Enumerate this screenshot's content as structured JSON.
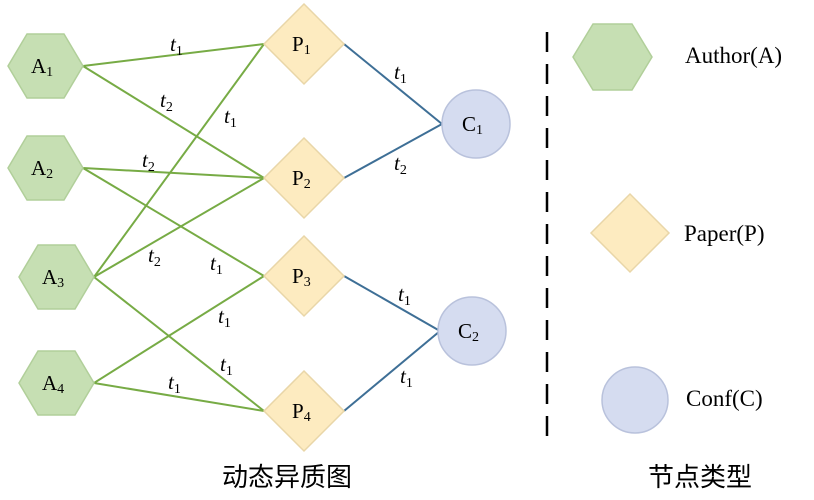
{
  "colors": {
    "author_fill": "#c6dfb3",
    "author_stroke": "#b1cf9a",
    "paper_fill": "#fdebc0",
    "paper_stroke": "#e9d6a8",
    "conf_fill": "#d5dcf0",
    "conf_stroke": "#b9c2dc",
    "author_edge": "#77ab45",
    "conf_edge": "#3e6f96",
    "divider": "#000000"
  },
  "nodes": {
    "authors": [
      {
        "letter": "A",
        "sub": "1"
      },
      {
        "letter": "A",
        "sub": "2"
      },
      {
        "letter": "A",
        "sub": "3"
      },
      {
        "letter": "A",
        "sub": "4"
      }
    ],
    "papers": [
      {
        "letter": "P",
        "sub": "1"
      },
      {
        "letter": "P",
        "sub": "2"
      },
      {
        "letter": "P",
        "sub": "3"
      },
      {
        "letter": "P",
        "sub": "4"
      }
    ],
    "confs": [
      {
        "letter": "C",
        "sub": "1"
      },
      {
        "letter": "C",
        "sub": "2"
      }
    ]
  },
  "edge_labels": [
    {
      "t": "t",
      "sub": "1"
    },
    {
      "t": "t",
      "sub": "2"
    },
    {
      "t": "t",
      "sub": "1"
    },
    {
      "t": "t",
      "sub": "2"
    },
    {
      "t": "t",
      "sub": "2"
    },
    {
      "t": "t",
      "sub": "1"
    },
    {
      "t": "t",
      "sub": "1"
    },
    {
      "t": "t",
      "sub": "1"
    },
    {
      "t": "t",
      "sub": "1"
    },
    {
      "t": "t",
      "sub": "1"
    },
    {
      "t": "t",
      "sub": "2"
    },
    {
      "t": "t",
      "sub": "1"
    },
    {
      "t": "t",
      "sub": "1"
    }
  ],
  "legend": {
    "author": "Author(A)",
    "paper": "Paper(P)",
    "conf": "Conf(C)"
  },
  "captions": {
    "graph": "动态异质图",
    "types": "节点类型"
  }
}
